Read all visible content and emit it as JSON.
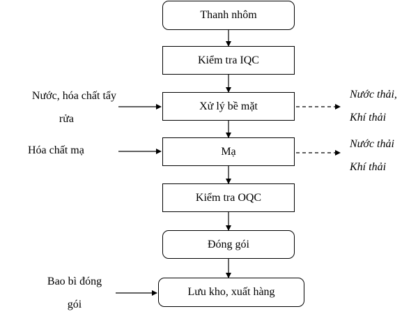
{
  "steps": {
    "s1": "Thanh nhôm",
    "s2": "Kiểm tra IQC",
    "s3": "Xử lý bề mặt",
    "s4": "Mạ",
    "s5": "Kiểm tra OQC",
    "s6": "Đóng gói",
    "s7": "Lưu kho, xuất hàng"
  },
  "inputs": {
    "surface_line1": "Nước, hóa chất tẩy",
    "surface_line2": "rửa",
    "plating": "Hóa chất mạ",
    "packaging_line1": "Bao bì đóng",
    "packaging_line2": "gói"
  },
  "outputs": {
    "surface_line1": "Nước thải,",
    "surface_line2": "Khí thải",
    "plating_line1": "Nước thải",
    "plating_line2": "Khí thải"
  }
}
